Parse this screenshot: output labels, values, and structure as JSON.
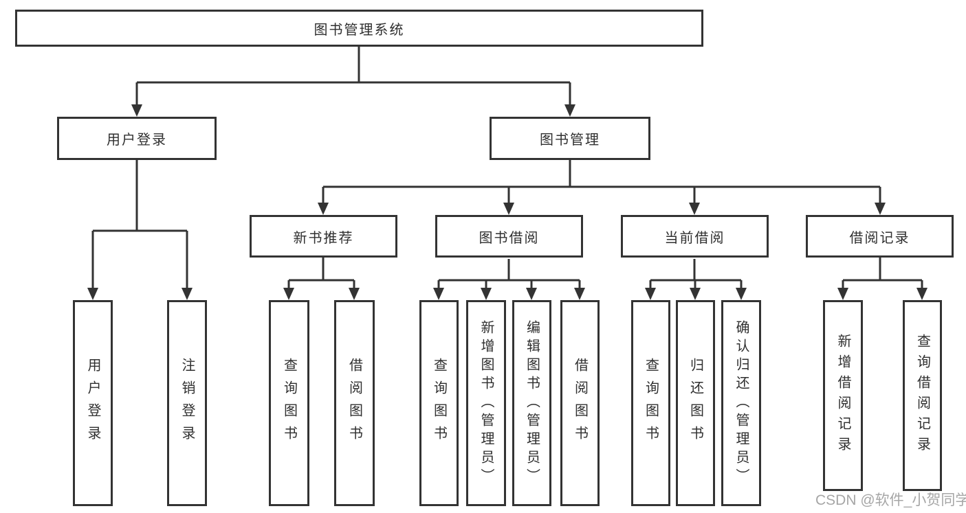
{
  "diagram": {
    "root": {
      "label": "图书管理系统"
    },
    "branches": [
      {
        "label": "用户登录",
        "children": [
          {
            "label": "用户登录"
          },
          {
            "label": "注销登录"
          }
        ]
      },
      {
        "label": "图书管理",
        "children": [
          {
            "label": "新书推荐",
            "children": [
              {
                "label": "查询图书"
              },
              {
                "label": "借阅图书"
              }
            ]
          },
          {
            "label": "图书借阅",
            "children": [
              {
                "label": "查询图书"
              },
              {
                "label": "新增图书（管理员）"
              },
              {
                "label": "编辑图书（管理员）"
              },
              {
                "label": "借阅图书"
              }
            ]
          },
          {
            "label": "当前借阅",
            "children": [
              {
                "label": "查询图书"
              },
              {
                "label": "归还图书"
              },
              {
                "label": "确认归还（管理员）"
              }
            ]
          },
          {
            "label": "借阅记录",
            "children": [
              {
                "label": "新增借阅记录"
              },
              {
                "label": "查询借阅记录"
              }
            ]
          }
        ]
      }
    ]
  },
  "watermark": {
    "text": "CSDN @软件_小贺同学"
  },
  "colors": {
    "line": "#333333",
    "border": "#333333",
    "text": "#2f2f2f",
    "background": "#ffffff",
    "watermark": "#a6a6a6"
  }
}
